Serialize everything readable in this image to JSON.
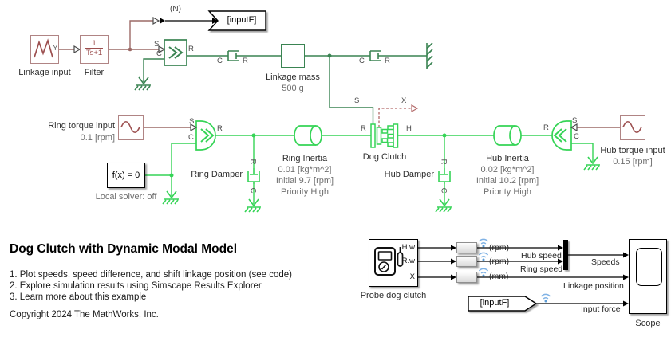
{
  "heading": {
    "title": "Dog Clutch with Dynamic Modal Model",
    "item1": "1. Plot speeds, speed difference, and shift linkage position (see code)",
    "item2": "2. Explore simulation results using Simscape Results Explorer",
    "item3": "3. Learn more about this example",
    "copyright": "Copyright 2024 The MathWorks, Inc."
  },
  "ports": {
    "s": "S",
    "c": "C",
    "r": "R",
    "h": "H",
    "x": "X",
    "y": "Y",
    "n": "(N)",
    "hw": "H.w",
    "rw": "R.w"
  },
  "blocks": {
    "linkage_input": {
      "label": "Linkage input"
    },
    "filter": {
      "label": "Filter",
      "numerator": "1",
      "denominator": "Ts+1"
    },
    "goto_tag": {
      "label": "[inputF]"
    },
    "linkage_mass": {
      "label": "Linkage mass",
      "value": "500 g"
    },
    "ring_torque_input": {
      "label": "Ring torque input",
      "value": "0.1 [rpm]"
    },
    "solver": {
      "label": "f(x) = 0",
      "annotation": "Local solver: off"
    },
    "ring_damper": {
      "label": "Ring Damper"
    },
    "ring_inertia": {
      "label": "Ring Inertia",
      "params": [
        "0.01 [kg*m^2]",
        "Initial 9.7 [rpm]",
        "Priority High"
      ]
    },
    "dog_clutch": {
      "label": "Dog Clutch"
    },
    "hub_damper": {
      "label": "Hub Damper"
    },
    "hub_inertia": {
      "label": "Hub Inertia",
      "params": [
        "0.02 [kg*m^2]",
        "Initial 10.2 [rpm]",
        "Priority High"
      ]
    },
    "hub_torque_input": {
      "label": "Hub torque input",
      "value": "0.15 [rpm]"
    },
    "probe": {
      "label": "Probe dog clutch"
    },
    "from_tag": {
      "label": "[inputF]"
    },
    "scope": {
      "label": "Scope"
    }
  },
  "signals": {
    "units": [
      "(rpm)",
      "(rpm)",
      "(mm)"
    ],
    "hub_speed": "Hub speed",
    "ring_speed": "Ring speed",
    "speeds": "Speeds",
    "linkage_position": "Linkage position",
    "input_force": "Input force"
  },
  "icons": {
    "linkage_input": "waveform-icon",
    "torque_input": "sine-icon",
    "probe": "multimeter-icon",
    "logging": "wifi-icon"
  },
  "colors": {
    "physical_signal": "#9c6a66",
    "translational_green": "#3a8452",
    "rotational_green": "#35d456",
    "signal_black": "#000000",
    "annotation_gray": "#6f6f6f",
    "logging_badge": "#7fb2e5"
  }
}
